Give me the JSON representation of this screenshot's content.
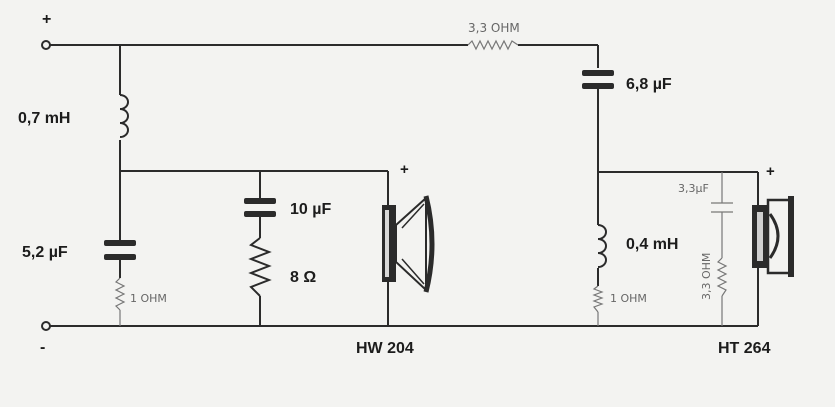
{
  "terminals": {
    "plus": "+",
    "minus": "-"
  },
  "components": {
    "l1": "0,7 mH",
    "c1": "5,2 µF",
    "r1": "1 OHM",
    "c2": "10 µF",
    "r2": "8 Ω",
    "r_series": "3,3 OHM",
    "c3": "6,8 µF",
    "l2": "0,4 mH",
    "r3": "1 OHM",
    "c_hand": "3,3µF",
    "r_hand": "3,3 OHM"
  },
  "speakers": {
    "woofer": {
      "model": "HW 204",
      "polarity": "+"
    },
    "tweeter": {
      "model": "HT 264",
      "polarity": "+"
    }
  }
}
